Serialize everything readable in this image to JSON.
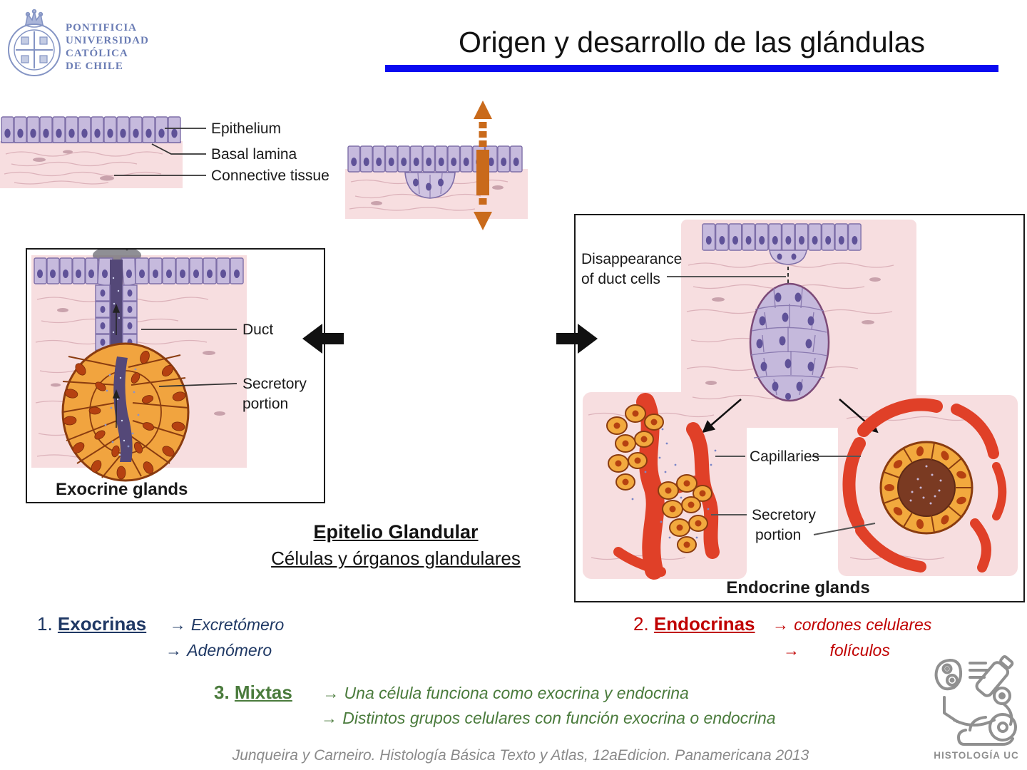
{
  "header": {
    "university_lines": [
      "PONTIFICIA",
      "UNIVERSIDAD",
      "CATÓLICA",
      "DE CHILE"
    ],
    "title": "Origen y desarrollo de las glándulas",
    "underline_color": "#0a0af0"
  },
  "diagram_labels": {
    "epithelium": "Epithelium",
    "basal_lamina": "Basal lamina",
    "connective_tissue": "Connective tissue",
    "duct": "Duct",
    "secretory_1": "Secretory",
    "secretory_2": "portion",
    "exocrine_caption": "Exocrine glands",
    "disappearance_1": "Disappearance",
    "disappearance_2": "of duct cells",
    "capillaries": "Capillaries",
    "endo_secretory_1": "Secretory",
    "endo_secretory_2": "portion",
    "endocrine_caption": "Endocrine glands"
  },
  "center": {
    "heading": "Epitelio Glandular",
    "subheading": "Células y órganos glandulares"
  },
  "items": {
    "exocrinas": {
      "number": "1.",
      "name": "Exocrinas",
      "arrow": "→",
      "line1": "Excretómero",
      "line2": "Adenómero",
      "color": "#1f3864"
    },
    "endocrinas": {
      "number": "2.",
      "name": "Endocrinas",
      "arrow": "→",
      "line1": "cordones celulares",
      "line2": "folículos",
      "color": "#c00000"
    },
    "mixtas": {
      "number": "3.",
      "name": "Mixtas",
      "arrow": "→",
      "line1": "Una célula funciona como exocrina y endocrina",
      "line2": "Distintos grupos celulares con función exocrina o endocrina",
      "color": "#4a7b3c"
    }
  },
  "footer": {
    "citation": "Junqueira y Carneiro. Histología Básica Texto y Atlas, 12aEdicion. Panamericana 2013",
    "histology_logo_text": "HISTOLOGÍA UC"
  }
}
